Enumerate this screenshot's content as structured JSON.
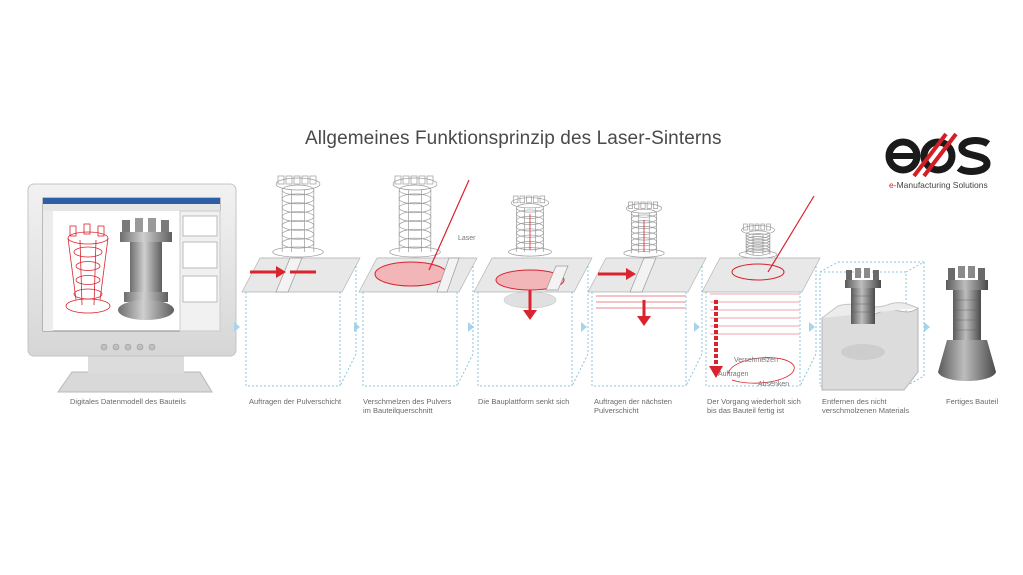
{
  "title": "Allgemeines Funktionsprinzip des Laser-Sinterns",
  "logo": {
    "text": "eos",
    "tagline_prefix": "e-",
    "tagline": "Manufacturing Solutions",
    "accent_color": "#d11f25"
  },
  "labels": {
    "laser": "Laser",
    "verschmelzen": "Verschmelzen",
    "auftragen": "Auftragen",
    "absenken": "Absenken"
  },
  "steps": [
    {
      "lines": [
        "Digitales Datenmodell des Bauteils"
      ]
    },
    {
      "lines": [
        "Auftragen der Pulverschicht"
      ]
    },
    {
      "lines": [
        "Verschmelzen des Pulvers",
        "im Bauteilquerschnitt"
      ]
    },
    {
      "lines": [
        "Die Bauplattform senkt sich"
      ]
    },
    {
      "lines": [
        "Auftragen der nächsten",
        "Pulverschicht"
      ]
    },
    {
      "lines": [
        "Der Vorgang wiederholt sich",
        "bis das Bauteil fertig ist"
      ]
    },
    {
      "lines": [
        "Entfernen des nicht",
        "verschmolzenen Materials"
      ]
    },
    {
      "lines": [
        "Fertiges Bauteil"
      ]
    }
  ],
  "colors": {
    "red": "#d9232e",
    "line": "#9a9a9a",
    "dash": "#8cc4de",
    "arrow": "#a9d3ea"
  }
}
